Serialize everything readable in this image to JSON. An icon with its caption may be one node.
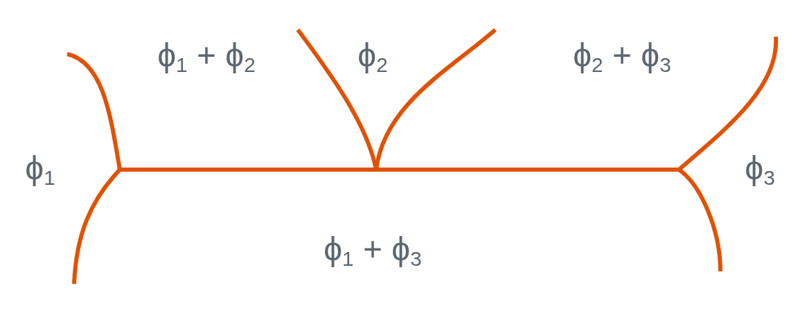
{
  "diagram": {
    "labels": [
      "ϕ$_{1}$ + ϕ$_{2}$",
      "ϕ$_{2}$",
      "ϕ$_{2}$ + ϕ$_{3}$",
      "ϕ$_{1}$",
      "ϕ$_{3}$",
      "ϕ$_{1}$ + ϕ$_{3}$"
    ]
  }
}
